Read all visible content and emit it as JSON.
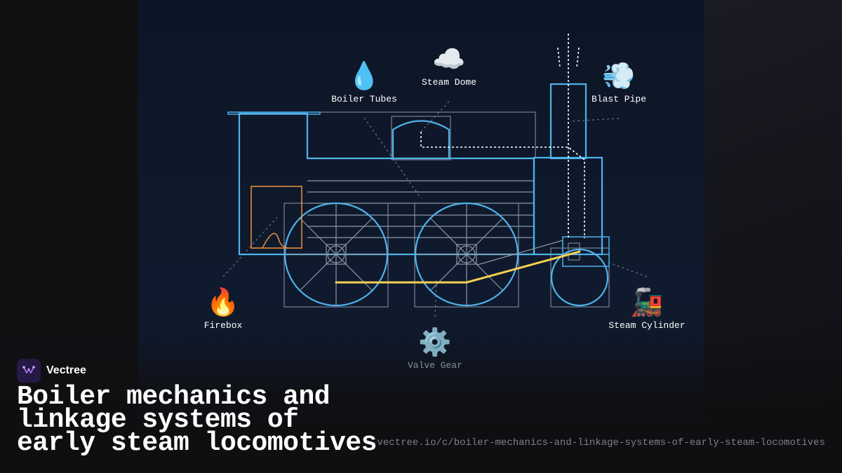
{
  "diagram": {
    "labels": {
      "boiler_tubes": "Boiler Tubes",
      "steam_dome": "Steam Dome",
      "blast_pipe": "Blast Pipe",
      "firebox": "Firebox",
      "valve_gear": "Valve Gear",
      "steam_cylinder": "Steam Cylinder"
    },
    "icons": {
      "boiler_tubes": "💧",
      "steam_dome": "☁️",
      "blast_pipe": "💨",
      "firebox": "🔥",
      "valve_gear": "⚙️",
      "steam_cylinder": "🚂"
    },
    "colors": {
      "outline": "#4fb3ec",
      "firebox": "#e38b3b",
      "linkage": "#f4cf52",
      "steam_path": "#ffffff",
      "leader": "#6b7486"
    }
  },
  "brand": {
    "name": "Vectree",
    "logo_color": "#9a5cf0"
  },
  "title": "Boiler mechanics and linkage systems of early steam locomotives",
  "url": "vectree.io/c/boiler-mechanics-and-linkage-systems-of-early-steam-locomotives"
}
